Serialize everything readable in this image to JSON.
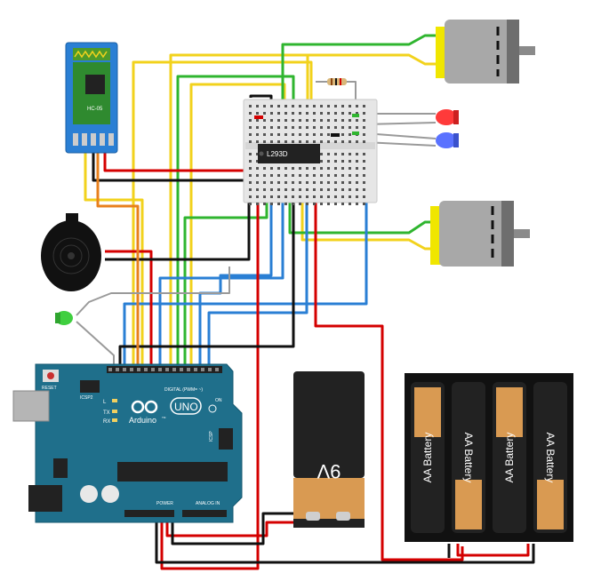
{
  "arduino": {
    "reset_label": "RESET",
    "icsp2_label": "ICSP2",
    "digital_label": "DIGITAL (PWM= ~)",
    "brand": "Arduino",
    "model": "UNO",
    "tm": "TM",
    "led_l": "L",
    "led_tx": "TX",
    "led_rx": "RX",
    "icsp_label": "ICSP",
    "power_label": "POWER",
    "analog_label": "ANALOG IN",
    "on_label": "ON"
  },
  "ic": {
    "label": "L293D"
  },
  "battery9v": {
    "label": "9V"
  },
  "aa_pack": {
    "cell_label": "AA Battery"
  },
  "bluetooth": {
    "chip_label": "HC-05"
  },
  "colors": {
    "red": "#d40000",
    "black": "#111111",
    "yellow": "#f2d21c",
    "green": "#2fb52f",
    "blue": "#2a7fd4",
    "orange": "#e8801c",
    "grey": "#9a9a9a",
    "arduino_board": "#1f6f8b",
    "breadboard": "#e6e6e6",
    "motor_body": "#a8a8a8",
    "motor_cap": "#f0e600"
  }
}
